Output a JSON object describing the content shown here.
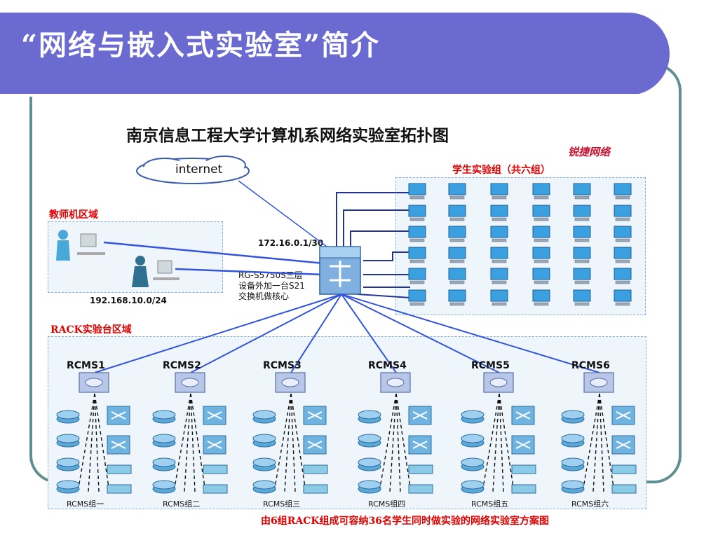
{
  "slide": {
    "title": "“网络与嵌入式实验室”简介"
  },
  "diagram": {
    "title": "南京信息工程大学计算机系网络实验室拓扑图",
    "brand": "锐捷网络",
    "internet_label": "internet",
    "teacher_area_label": "教师机区域",
    "teacher_subnet": "192.168.10.0/24",
    "student_area_label": "学生实验组（共六组）",
    "wan_address": "172.16.0.1/30",
    "core_switch_lines": [
      "RG-S5750S三层",
      "设备外加一台S21",
      "交换机做核心"
    ],
    "rack_area_label": "RACK实验台区域",
    "rcms_units": [
      {
        "name": "RCMS1",
        "group": "RCMS组一"
      },
      {
        "name": "RCMS2",
        "group": "RCMS组二"
      },
      {
        "name": "RCMS3",
        "group": "RCMS组三"
      },
      {
        "name": "RCMS4",
        "group": "RCMS组四"
      },
      {
        "name": "RCMS5",
        "group": "RCMS组五"
      },
      {
        "name": "RCMS6",
        "group": "RCMS组六"
      }
    ],
    "caption": "由6组RACK组成可容纳36名学生同时做实验的网络实验室方案图"
  },
  "colors": {
    "title_band": "#6a6ad0",
    "frame": "#5f8f8f",
    "link_blue": "#3355dd",
    "accent_red": "#e00000"
  }
}
